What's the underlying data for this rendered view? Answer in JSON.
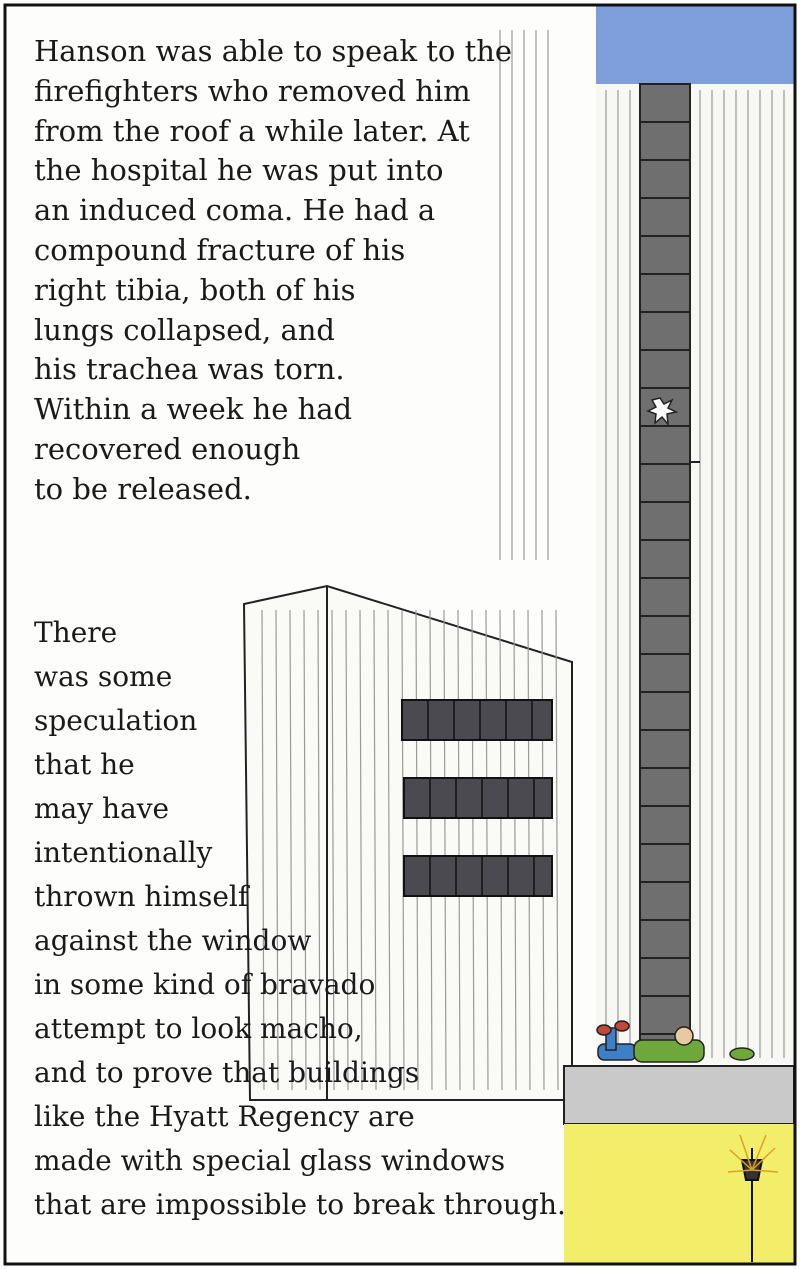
{
  "panel": {
    "paragraph_1": [
      "Hanson was able to speak to the",
      "firefighters who removed him",
      "from the roof a while later. At",
      "the hospital he was put into",
      "an induced coma. He had a",
      "compound fracture of his",
      "right tibia, both of his",
      "lungs collapsed, and",
      "his trachea was torn.",
      "Within a week he had",
      "recovered enough",
      "to be released."
    ],
    "paragraph_2": [
      "There",
      "was some",
      "speculation",
      "that he",
      "may have",
      "intentionally",
      "thrown himself",
      "against the window",
      "in some kind of bravado",
      "attempt to look macho,",
      "and to prove that buildings",
      "like the Hyatt Regency are",
      "made with special glass windows",
      "that are impossible to break through."
    ]
  },
  "colors": {
    "sky": "#7f9fdc",
    "tower": "#6f6f6f",
    "window_band": "#4a4a50",
    "plaza": "#c9c9c9",
    "lamp_glow": "#f3ee6a",
    "figure_shirt": "#6fa83a",
    "figure_pants": "#3f7fc8",
    "figure_shoes": "#c2493a"
  }
}
